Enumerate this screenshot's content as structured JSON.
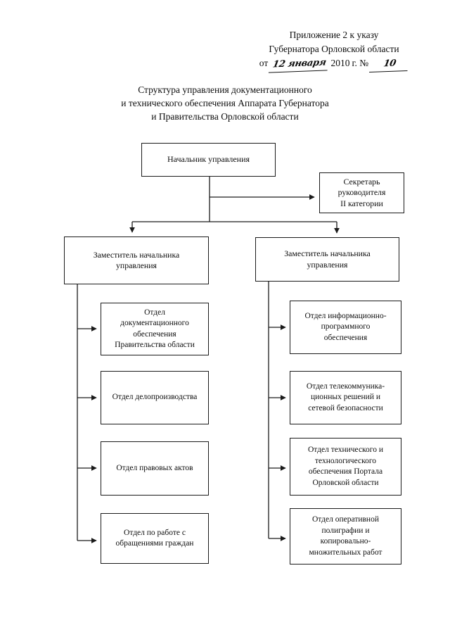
{
  "header": {
    "line1": "Приложение 2 к указу",
    "line2": "Губернатора Орловской области",
    "decree_prefix": "от",
    "decree_date_handwritten": "12 января",
    "decree_year": "2010",
    "decree_year_suffix": "г. №",
    "decree_number_handwritten": "10"
  },
  "title": {
    "line1": "Структура управления документационного",
    "line2": "и технического обеспечения Аппарата Губернатора",
    "line3": "и Правительства Орловской области"
  },
  "chart_data": {
    "type": "diagram",
    "title": "Структура управления документационного и технического обеспечения Аппарата Губернатора и Правительства Орловской области",
    "nodes": [
      {
        "id": "head",
        "label": "Начальник управления",
        "level": 1
      },
      {
        "id": "secretary",
        "label": "Секретарь\nруководителя\nII категории",
        "level": 2
      },
      {
        "id": "deputy_left",
        "label": "Заместитель начальника\nуправления",
        "level": 2
      },
      {
        "id": "deputy_right",
        "label": "Заместитель начальника\nуправления",
        "level": 2
      },
      {
        "id": "l1",
        "label": "Отдел\nдокументационного\nобеспечения\nПравительства области",
        "level": 3
      },
      {
        "id": "l2",
        "label": "Отдел делопроизводства",
        "level": 3
      },
      {
        "id": "l3",
        "label": "Отдел правовых актов",
        "level": 3
      },
      {
        "id": "l4",
        "label": "Отдел по работе с\nобращениями граждан",
        "level": 3
      },
      {
        "id": "r1",
        "label": "Отдел информационно-\nпрограммного\nобеспечения",
        "level": 3
      },
      {
        "id": "r2",
        "label": "Отдел телекоммуника-\nционных решений и\nсетевой безопасности",
        "level": 3
      },
      {
        "id": "r3",
        "label": "Отдел технического и\nтехнологического\nобеспечения Портала\nОрловской области",
        "level": 3
      },
      {
        "id": "r4",
        "label": "Отдел оперативной\nполиграфии и\nкопировально-\nмножительных работ",
        "level": 3
      }
    ],
    "edges": [
      {
        "from": "head",
        "to": "secretary"
      },
      {
        "from": "head",
        "to": "deputy_left"
      },
      {
        "from": "head",
        "to": "deputy_right"
      },
      {
        "from": "deputy_left",
        "to": "l1"
      },
      {
        "from": "deputy_left",
        "to": "l2"
      },
      {
        "from": "deputy_left",
        "to": "l3"
      },
      {
        "from": "deputy_left",
        "to": "l4"
      },
      {
        "from": "deputy_right",
        "to": "r1"
      },
      {
        "from": "deputy_right",
        "to": "r2"
      },
      {
        "from": "deputy_right",
        "to": "r3"
      },
      {
        "from": "deputy_right",
        "to": "r4"
      }
    ],
    "colors": {
      "box_border": "#1a1a1a",
      "box_fill": "#ffffff",
      "connector": "#1a1a1a",
      "text": "#0d0d0d"
    }
  }
}
